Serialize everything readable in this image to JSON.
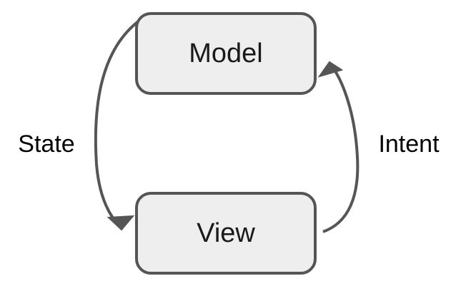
{
  "diagram": {
    "type": "cycle-diagram",
    "title": "",
    "nodes": [
      {
        "id": "model",
        "label": "Model",
        "shape": "rounded-rectangle",
        "fill": "#eeeeee",
        "stroke": "#555555"
      },
      {
        "id": "view",
        "label": "View",
        "shape": "rounded-rectangle",
        "fill": "#eeeeee",
        "stroke": "#555555"
      }
    ],
    "edges": [
      {
        "id": "state",
        "label": "State",
        "from": "model",
        "to": "view",
        "side": "left",
        "stroke": "#555555"
      },
      {
        "id": "intent",
        "label": "Intent",
        "from": "view",
        "to": "model",
        "side": "right",
        "stroke": "#555555"
      }
    ],
    "colors": {
      "node_fill": "#eeeeee",
      "node_stroke": "#555555",
      "arrow_stroke": "#555555",
      "label_text": "#000000",
      "node_text": "#1a1a1a",
      "background": "#ffffff"
    }
  }
}
